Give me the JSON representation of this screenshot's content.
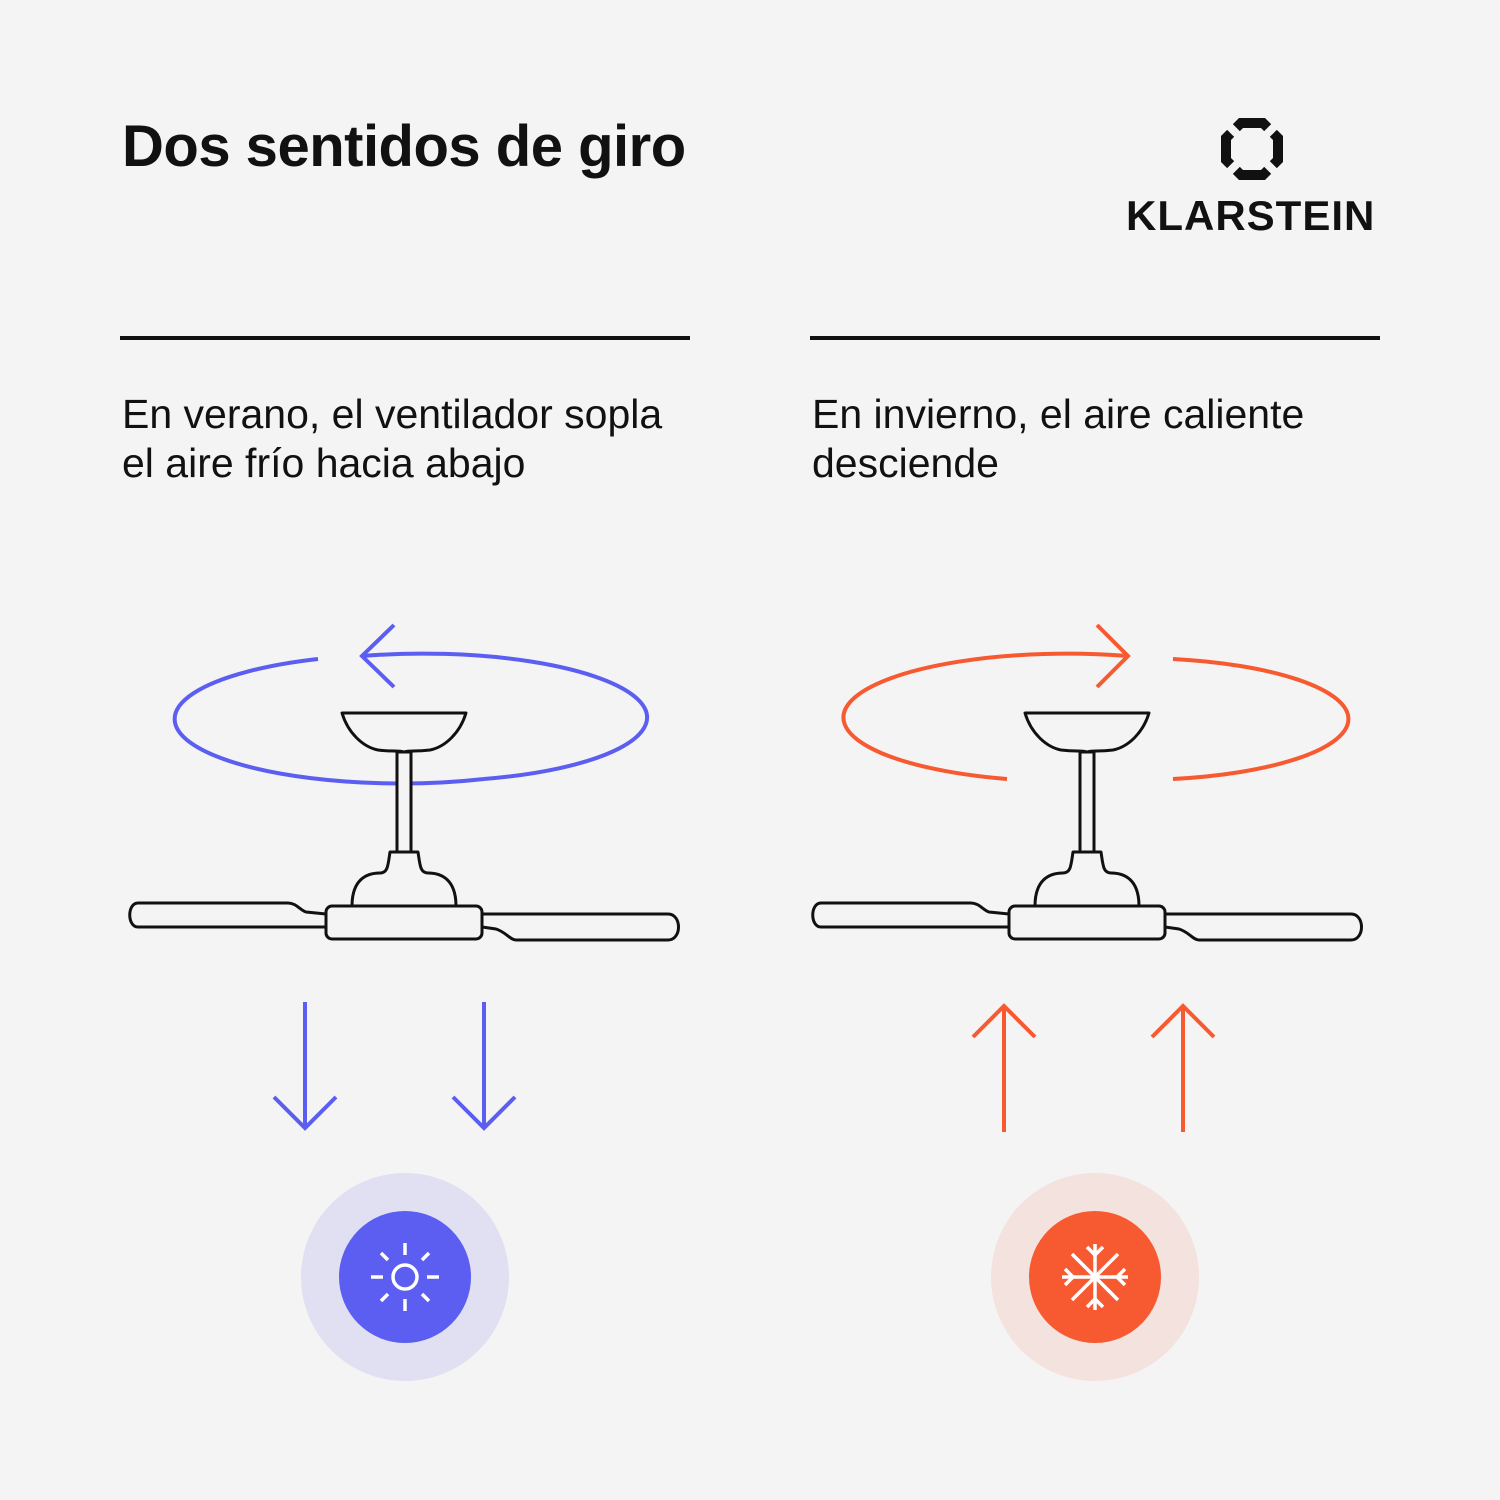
{
  "title": "Dos sentidos de giro",
  "brand": {
    "name": "KLARSTEIN",
    "logo_icon": "klarstein-logo-icon"
  },
  "panels": [
    {
      "id": "summer",
      "text": "En verano, el ventilador sopla el aire frío hacia abajo",
      "rotation": "counterclockwise",
      "airflow": "down",
      "icon": "sun-icon",
      "accent_color": "#5b5ef0",
      "halo_color": "#e0e0f2"
    },
    {
      "id": "winter",
      "text": "En invierno, el aire caliente desciende",
      "rotation": "clockwise",
      "airflow": "up",
      "icon": "snowflake-icon",
      "accent_color": "#f75a31",
      "halo_color": "#f3e2dd"
    }
  ]
}
